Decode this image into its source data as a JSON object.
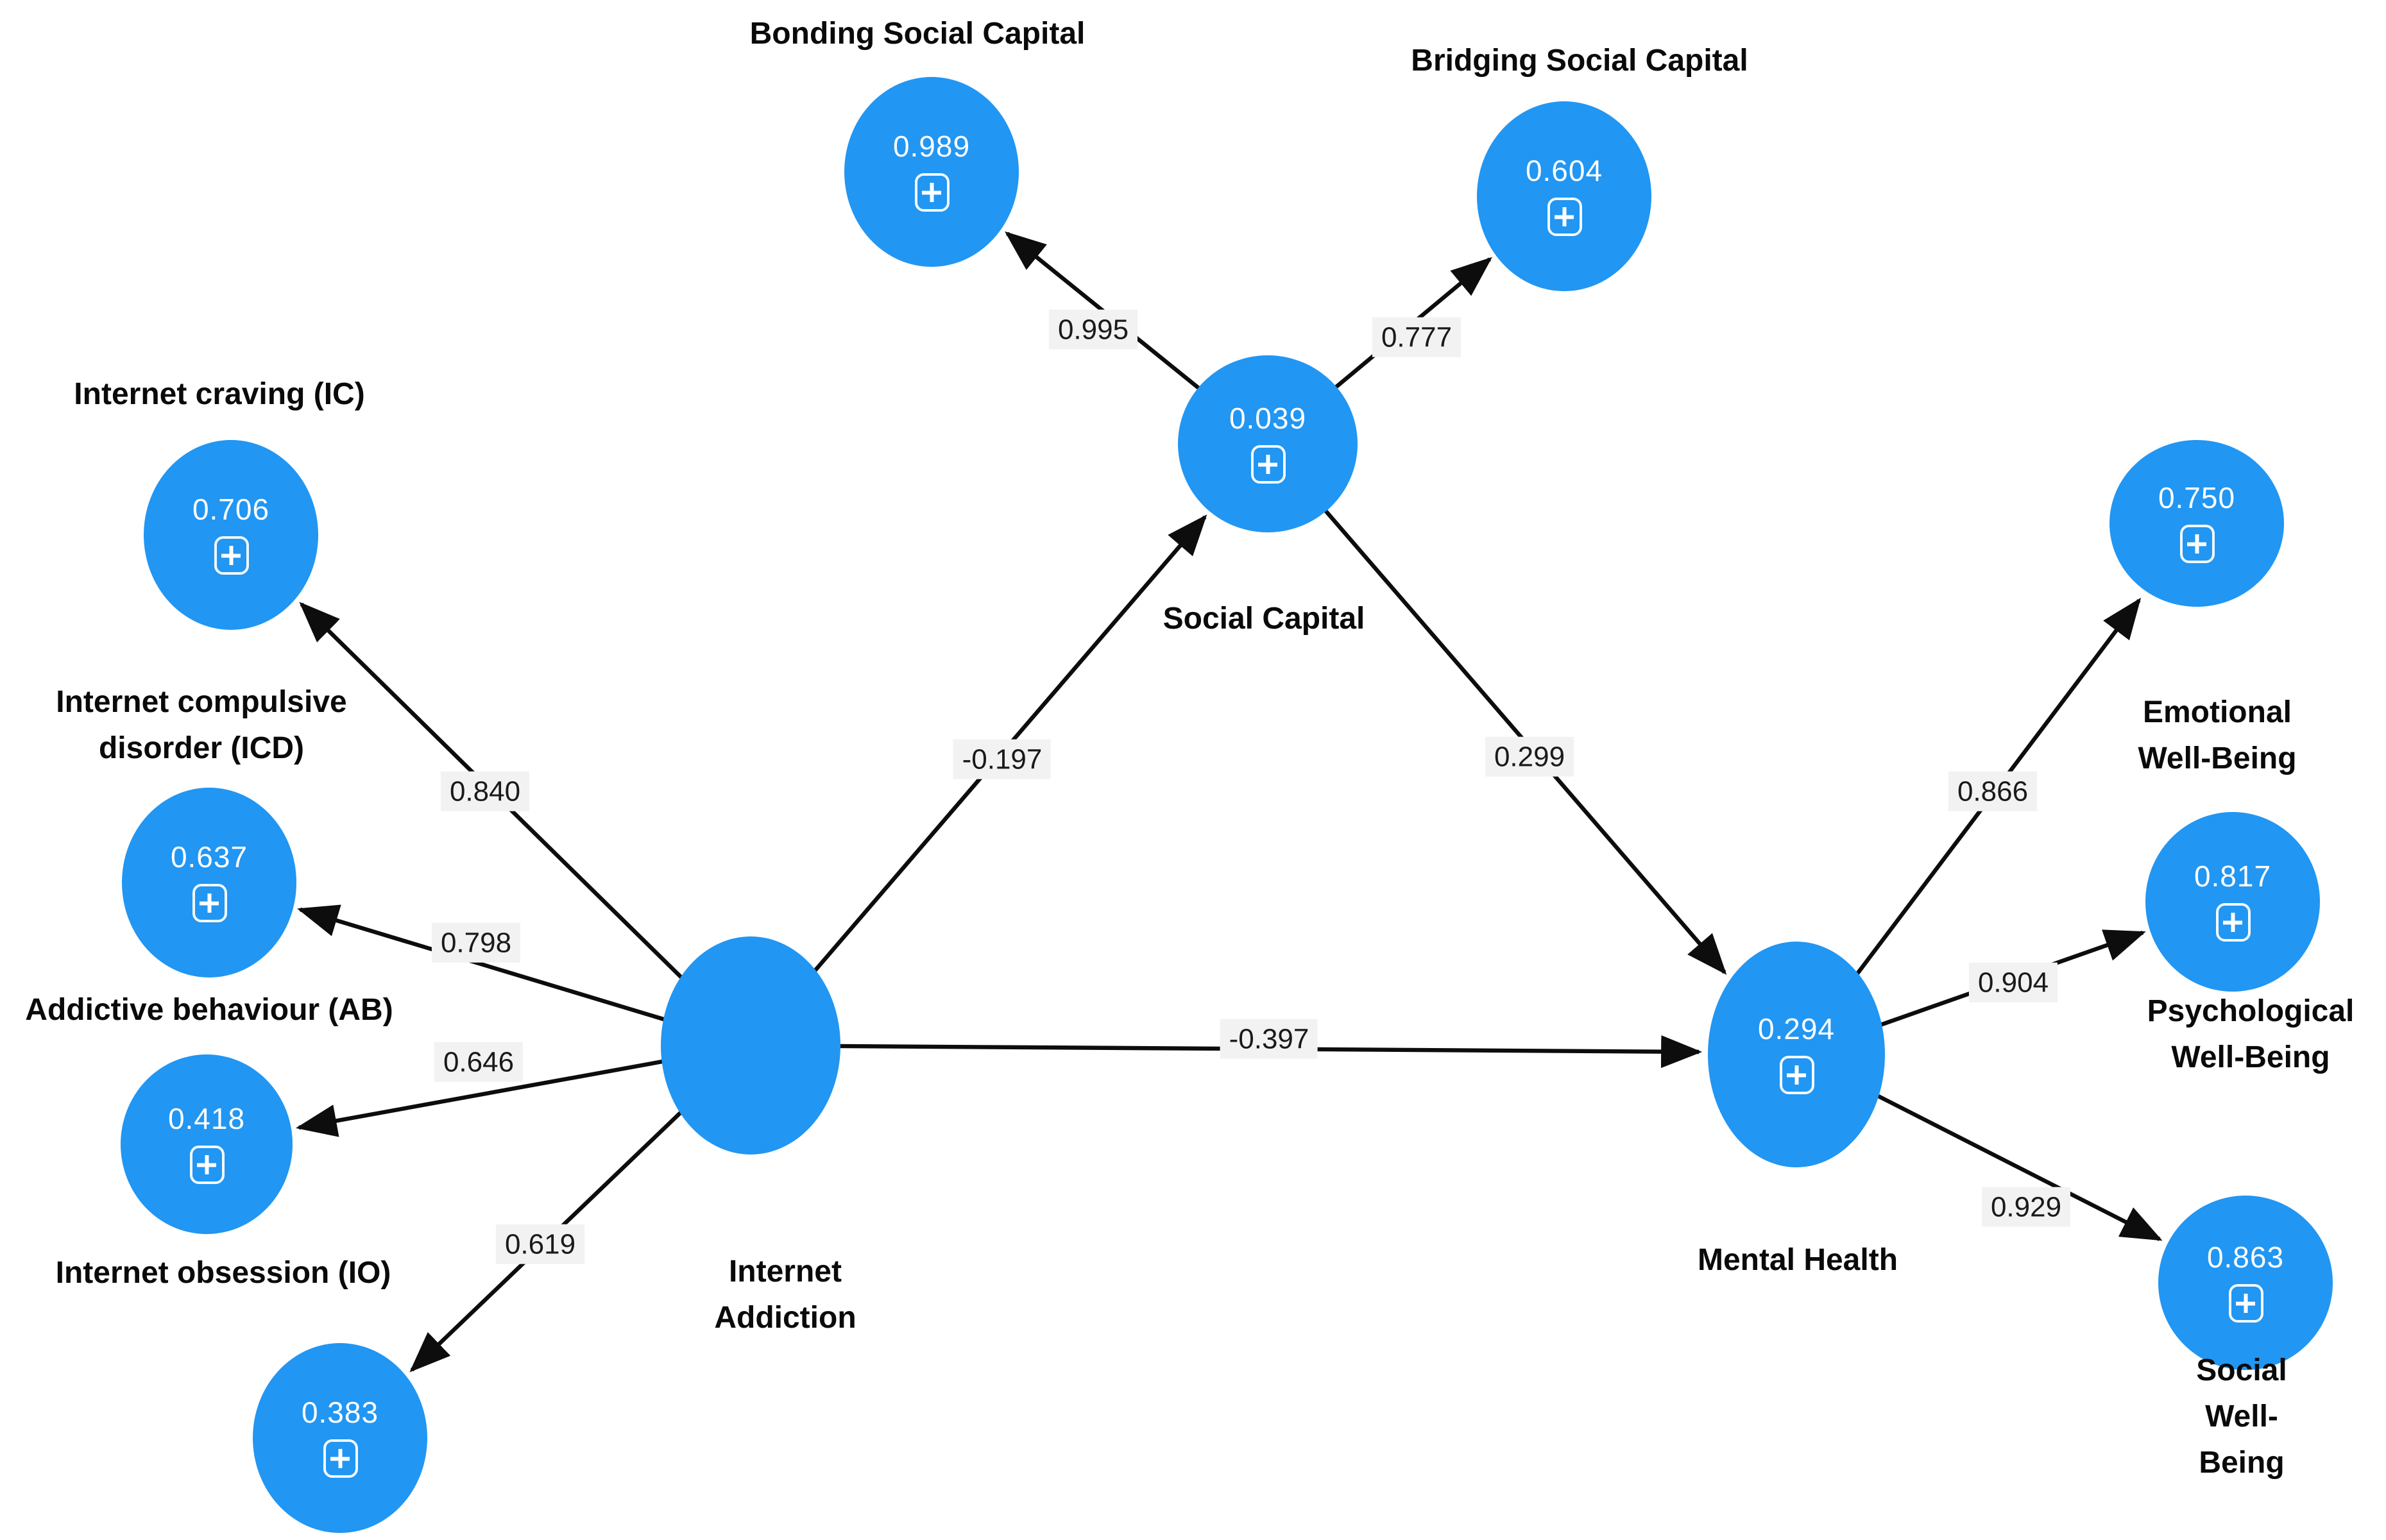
{
  "diagram": {
    "type": "structural-equation-model",
    "colors": {
      "node_fill": "#2196f3",
      "node_text": "#ffffff",
      "edge": "#0d0d0d",
      "weight_bg": "#f2f2f2",
      "label_text": "#0a0a0a"
    },
    "icons": {
      "expand": "squared-plus"
    },
    "nodes": {
      "bonding": {
        "label": "Bonding Social Capital",
        "value": "0.989"
      },
      "bridging": {
        "label": "Bridging Social Capital",
        "value": "0.604"
      },
      "social_capital": {
        "label": "Social Capital",
        "value": "0.039"
      },
      "internet_craving": {
        "label": "Internet craving (IC)",
        "value": "0.706"
      },
      "internet_compulsive_disorder": {
        "label": "Internet compulsive\ndisorder (ICD)",
        "value": "0.637"
      },
      "addictive_behaviour": {
        "label": "Addictive behaviour (AB)",
        "value": "0.418"
      },
      "internet_obsession": {
        "label": "Internet obsession  (IO)",
        "value": "0.383"
      },
      "internet_addiction": {
        "label": "Internet\nAddiction",
        "value": ""
      },
      "mental_health": {
        "label": "Mental Health",
        "value": "0.294"
      },
      "emotional_wb": {
        "label": "Emotional\nWell-Being",
        "value": "0.750"
      },
      "psychological_wb": {
        "label": "Psychological\nWell-Being",
        "value": "0.817"
      },
      "social_wb": {
        "label": "Social Well-Being",
        "value": "0.863"
      }
    },
    "edges": {
      "social_capital_to_bonding": {
        "weight": "0.995"
      },
      "social_capital_to_bridging": {
        "weight": "0.777"
      },
      "internet_addiction_to_social_capital": {
        "weight": "-0.197"
      },
      "internet_addiction_to_internet_craving": {
        "weight": "0.840"
      },
      "internet_addiction_to_internet_compulsive_disorder": {
        "weight": "0.798"
      },
      "internet_addiction_to_addictive_behaviour": {
        "weight": "0.646"
      },
      "internet_addiction_to_internet_obsession": {
        "weight": "0.619"
      },
      "internet_addiction_to_mental_health": {
        "weight": "-0.397"
      },
      "social_capital_to_mental_health": {
        "weight": "0.299"
      },
      "mental_health_to_emotional_wb": {
        "weight": "0.866"
      },
      "mental_health_to_psychological_wb": {
        "weight": "0.904"
      },
      "mental_health_to_social_wb": {
        "weight": "0.929"
      }
    }
  }
}
